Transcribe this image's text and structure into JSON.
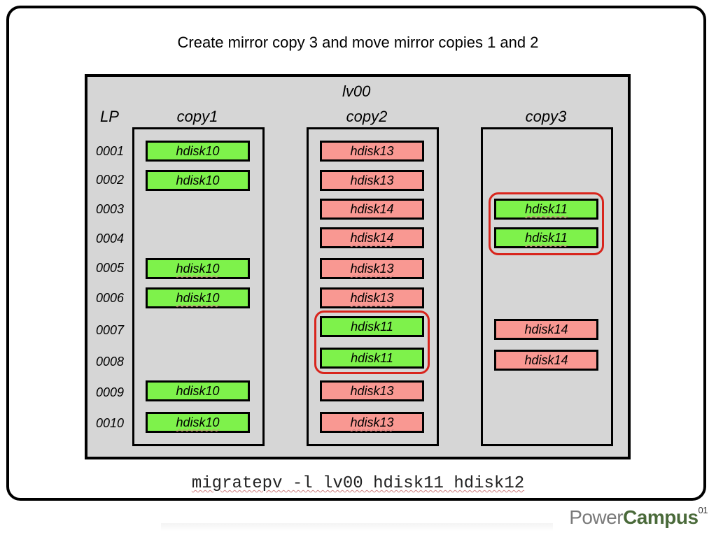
{
  "title": "Create mirror copy 3 and move mirror copies 1 and 2",
  "lv_name": "lv00",
  "lp_header": "LP",
  "columns": [
    "copy1",
    "copy2",
    "copy3"
  ],
  "lps": [
    "0001",
    "0002",
    "0003",
    "0004",
    "0005",
    "0006",
    "0007",
    "0008",
    "0009",
    "0010"
  ],
  "copy1": [
    "hdisk10",
    "hdisk10",
    "hdisk10",
    "hdisk10",
    "hdisk10",
    "hdisk10"
  ],
  "copy2": [
    "hdisk13",
    "hdisk13",
    "hdisk14",
    "hdisk14",
    "hdisk13",
    "hdisk13",
    "hdisk11",
    "hdisk11",
    "hdisk13",
    "hdisk13"
  ],
  "copy3": [
    "hdisk11",
    "hdisk11",
    "hdisk14",
    "hdisk14"
  ],
  "colors": {
    "new_pp": "#7ef24b",
    "old_pp": "#f99892",
    "highlight": "#d8241c"
  },
  "command": "migratepv -l lv00 hdisk11 hdisk12",
  "brand": {
    "power": "Power",
    "campus": "Campus",
    "suffix": "01"
  }
}
